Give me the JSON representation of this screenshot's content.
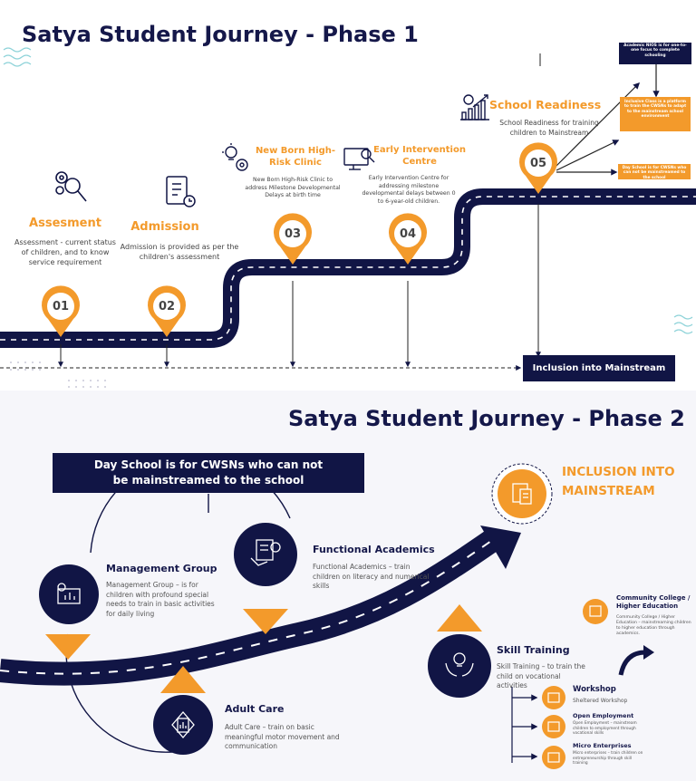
{
  "colors": {
    "navy": "#111545",
    "orange": "#f39a2b",
    "road_line": "#ffffff"
  },
  "phase1": {
    "title": "Satya Student Journey - Phase 1",
    "steps": [
      {
        "number": "01",
        "title": "Assesment",
        "icon": "gears-magnifier-icon",
        "desc": "Assessment - current status of children, and to know service requirement"
      },
      {
        "number": "02",
        "title": "Admission",
        "icon": "checklist-clock-icon",
        "desc": "Admission is provided as per the children's assessment"
      },
      {
        "number": "03",
        "title": "New Born High-Risk Clinic",
        "icon": "lightbulb-gear-icon",
        "desc": "New Born High-Risk Clinic to address Milestone Developmental Delays at birth time"
      },
      {
        "number": "04",
        "title": "Early Intervention Centre",
        "icon": "monitor-search-icon",
        "desc": "Early Intervention Centre for addressing milestone developmental delays between 0 to 6-year-old children."
      },
      {
        "number": "05",
        "title": "School Readiness",
        "icon": "growth-chart-icon",
        "desc": "School Readiness for training children to Mainstream"
      }
    ],
    "side_boxes": [
      "Academic NIOS is for one-to-one focus to complete schooling",
      "Inclusive Class is a platform to train the CWSNs to adapt to the mainstream school environment",
      "Day School is for CWSNs who can not be mainstreamed to the school"
    ],
    "outcome": "Inclusion into Mainstream"
  },
  "phase2": {
    "title": "Satya Student Journey - Phase 2",
    "banner": "Day School is for CWSNs who can not be mainstreamed to the school",
    "goal": "INCLUSION INTO MAINSTREAM",
    "nodes": [
      {
        "title": "Management Group",
        "icon": "money-chart-icon",
        "desc": "Management Group – is for children with profound special needs to train in basic activities for daily living"
      },
      {
        "title": "Functional Academics",
        "icon": "handshake-document-icon",
        "desc": "Functional Academics – train children on literacy and numerical skills"
      },
      {
        "title": "Adult Care",
        "icon": "clipboard-chart-icon",
        "desc": "Adult Care – train on basic meaningful motor movement and communication"
      },
      {
        "title": "Skill Training",
        "icon": "hands-lightbulb-icon",
        "desc": "Skill Training – to train the child on vocational activities"
      }
    ],
    "outcomes": [
      {
        "title": "Community College / Higher Education",
        "desc": "Community College / Higher Education – mainstreaming children to higher education through academics."
      },
      {
        "title": "Workshop",
        "desc": "Sheltered Workshop"
      },
      {
        "title": "Open Employment",
        "desc": "Open Employment – mainstream children to employment through vocational skills"
      },
      {
        "title": "Micro Enterprises",
        "desc": "Micro enterprises – train children on entrepreneurship through skill training"
      }
    ]
  }
}
